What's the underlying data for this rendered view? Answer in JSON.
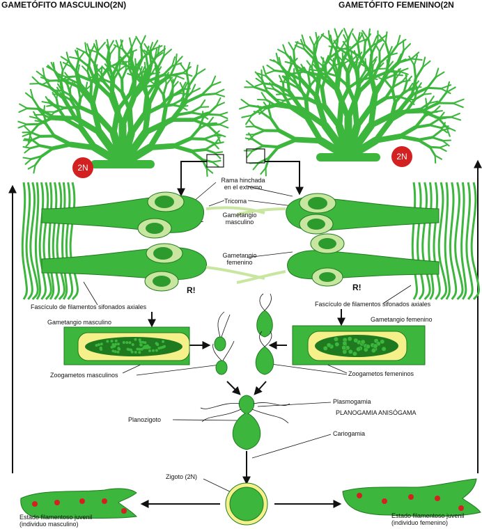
{
  "titles": {
    "male": "GAMETÓFITO MASCULINO(2N)",
    "female": "GAMETÓFITO FEMENINO(2N"
  },
  "badges": {
    "left": "2N",
    "right": "2N"
  },
  "markers": {
    "r_left": "R!",
    "r_right": "R!"
  },
  "labels": {
    "rama_hinchada": "Rama hinchada\nen el extremo",
    "tricoma": "Tricoma",
    "gametangio_masculino_top": "Gametangio\nmasculino",
    "gametangio_femenino_top": "Gametangio\nfemenino",
    "fasciculo_left": "Fascículo de filamentos sifonados axiales",
    "fasciculo_right": "Fascículo de filamentos sifonados axiales",
    "gametangio_masculino": "Gametangio masculino",
    "gametangio_femenino": "Gametangio femenino",
    "zoogametos_masculinos": "Zoogametos masculinos",
    "zoogametos_femeninos": "Zoogametos femeninos",
    "plasmogamia": "Plasmogamia",
    "planogamia": "PLANOGAMIA ANISÓGAMA",
    "planozigoto": "Planozigoto",
    "cariogamia": "Cariogamia",
    "zigoto": "Zigoto (2N)",
    "juvenil_masc": "Estado filamentoso juvenil\n(individuo masculino)",
    "juvenil_fem": "Estado filamentoso juvenil\n(individuo femenino)"
  },
  "colors": {
    "green": "#3cb63c",
    "dark_green": "#1f7a1f",
    "light_green": "#c8e6a0",
    "yellow": "#f5f08a",
    "red": "#d32020"
  }
}
